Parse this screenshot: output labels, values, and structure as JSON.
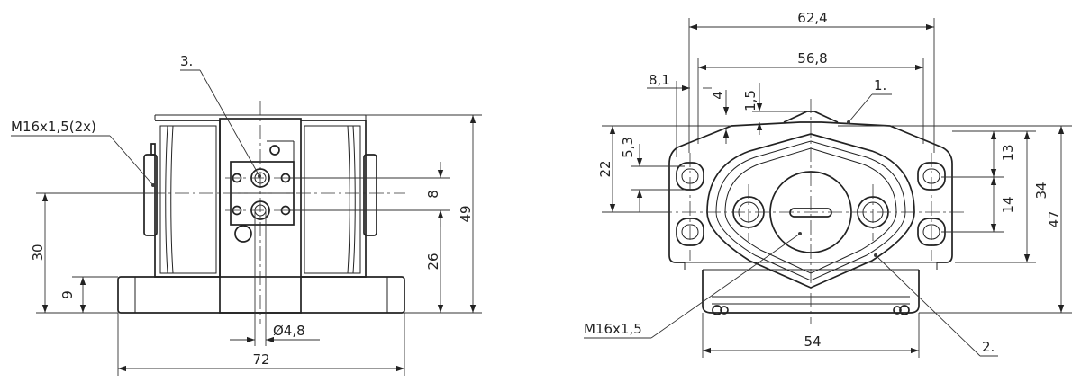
{
  "left_view": {
    "thread_label": "M16x1,5(2x)",
    "callout_3": "3.",
    "dim_height_total": "49",
    "dim_height_ports": "26",
    "dim_port_spacing": "8",
    "dim_height_axis": "30",
    "dim_base_height": "9",
    "dim_width": "72",
    "dim_port_diameter": "Ø4,8"
  },
  "right_view": {
    "dim_width_outer": "62,4",
    "dim_width_inner": "56,8",
    "dim_offset_a": "8,1",
    "dim_offset_b": "4",
    "dim_offset_c": "1,5",
    "callout_1": "1.",
    "callout_2": "2.",
    "dim_22": "22",
    "dim_5_3": "5,3",
    "dim_13": "13",
    "dim_14": "14",
    "dim_34": "34",
    "dim_47": "47",
    "thread_label": "M16x1,5",
    "dim_base_width": "54"
  }
}
